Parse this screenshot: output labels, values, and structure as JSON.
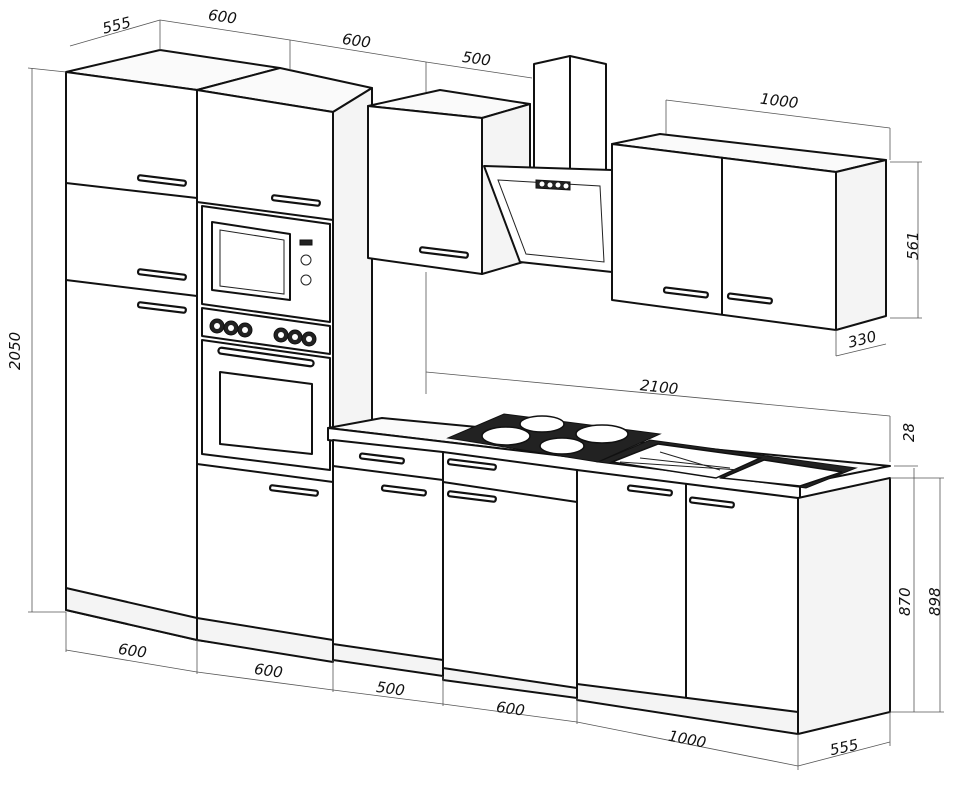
{
  "dimensions": {
    "top_depth_left": "555",
    "top_tall1_width": "600",
    "top_tall2_width": "600",
    "top_wall_width": "500",
    "top_wall_right_width": "1000",
    "height_total": "2050",
    "wall_height": "561",
    "wall_depth": "330",
    "worktop_length": "2100",
    "worktop_thickness": "28",
    "base_height": "870",
    "base_total_height": "898",
    "bottom_w1": "600",
    "bottom_w2": "600",
    "bottom_w3": "500",
    "bottom_w4": "600",
    "bottom_w5": "1000",
    "bottom_depth_right": "555"
  },
  "colors": {
    "line": "#111111",
    "background": "#ffffff"
  }
}
